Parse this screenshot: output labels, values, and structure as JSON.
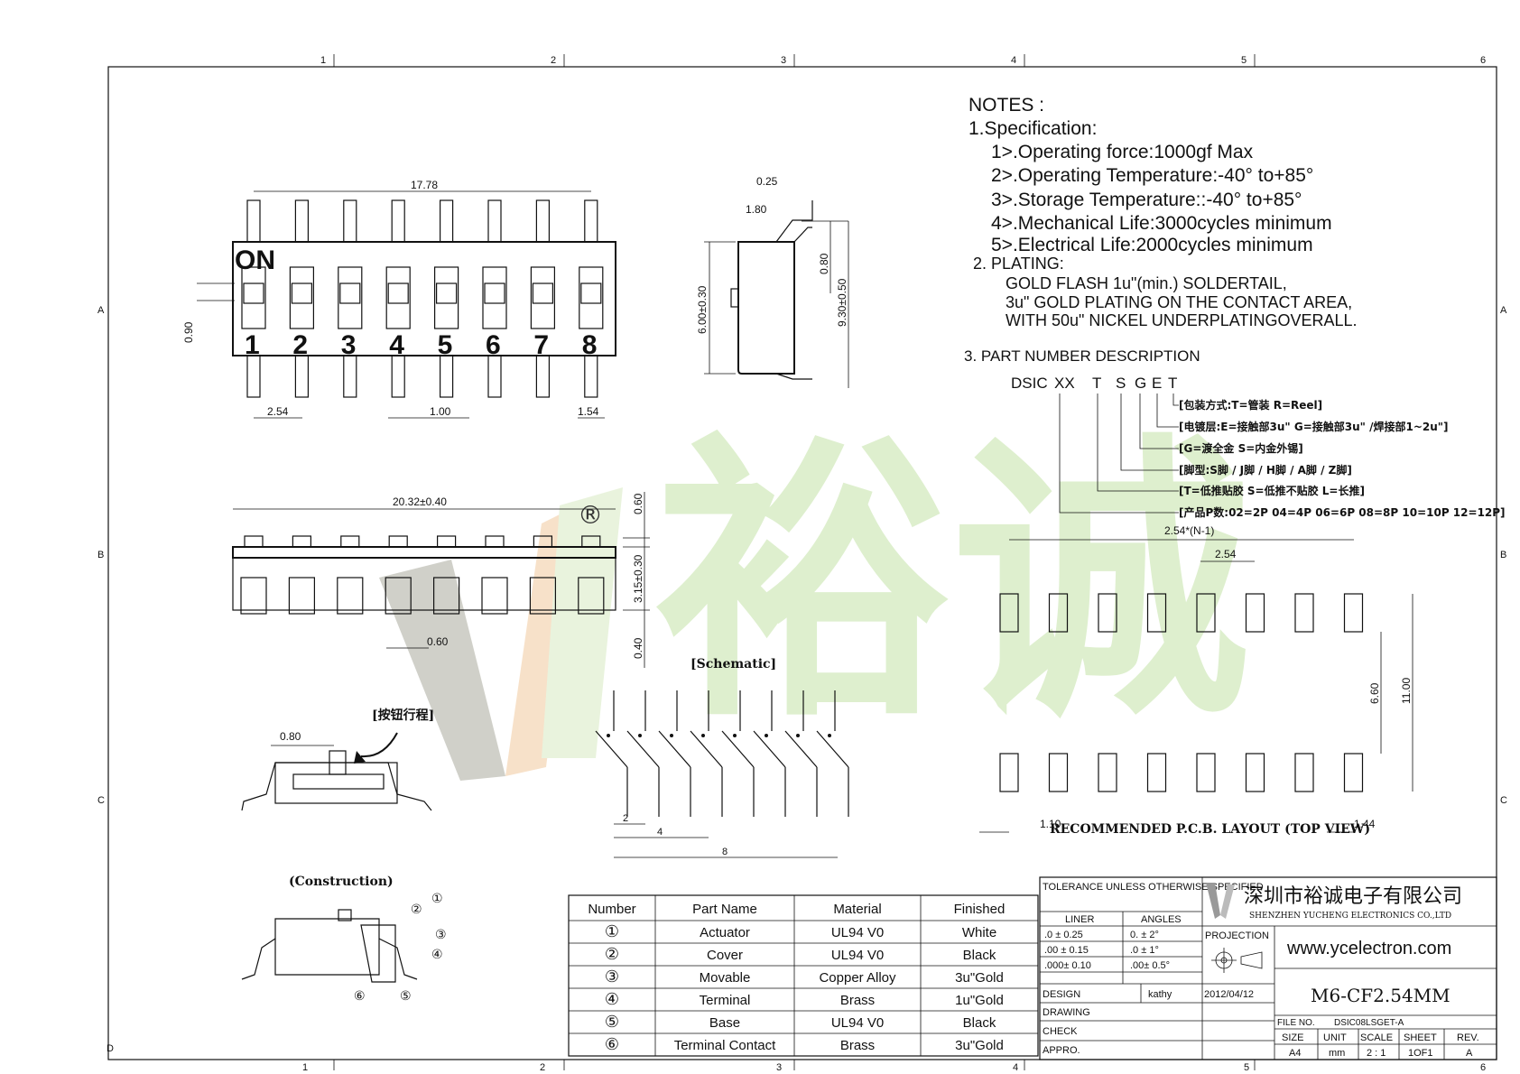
{
  "border": {
    "cols": [
      "1",
      "2",
      "3",
      "4",
      "5",
      "6"
    ],
    "rows": [
      "A",
      "B",
      "C",
      "D"
    ]
  },
  "notes": {
    "heading": "NOTES :",
    "spec_title": "1.Specification:",
    "spec_items": [
      "1>.Operating force:1000gf Max",
      "2>.Operating Temperature:-40° to+85°",
      "3>.Storage Temperature::-40° to+85°",
      "4>.Mechanical Life:3000cycles minimum",
      "5>.Electrical Life:2000cycles minimum"
    ],
    "plating_title": "2. PLATING:",
    "plating_items": [
      "GOLD FLASH 1u\"(min.) SOLDERTAIL,",
      "3u\" GOLD PLATING  ON THE CONTACT AREA,",
      "WITH 50u\" NICKEL UNDERPLATINGOVERALL."
    ],
    "pn_title": "3. PART NUMBER DESCRIPTION",
    "pn_code_prefix": "DSIC",
    "pn_code_parts": [
      "XX",
      "T",
      "S",
      "G",
      "E",
      "T"
    ],
    "pn_desc": [
      "[包装方式:T=管装  R=Reel]",
      "[电镀层:E=接触部3u\" G=接触部3u\" /焊接部1~2u\"]",
      "[G=渡全金  S=内金外锡]",
      "[脚型:S脚 / J脚 / H脚 / A脚 / Z脚]",
      "[T=低推贴胶  S=低推不贴胶  L=长推]",
      "[产品P数:02=2P 04=4P 06=6P 08=8P 10=10P 12=12P]"
    ]
  },
  "top_view": {
    "on_label": "ON",
    "switch_numbers": [
      "1",
      "2",
      "3",
      "4",
      "5",
      "6",
      "7",
      "8"
    ],
    "dims": {
      "width": "17.78",
      "pitch": "2.54",
      "gap": "1.00",
      "edge": "1.54",
      "height": "0.90"
    }
  },
  "side_view": {
    "dims": {
      "d1": "0.25",
      "d2": "1.80",
      "d3": "6.00±0.30",
      "d4": "0.80",
      "d5": "9.30±0.50"
    }
  },
  "front_view": {
    "dims": {
      "length": "20.32±0.40",
      "top": "0.60",
      "body": "3.15±0.30",
      "bottom": "0.40",
      "lead": "0.60"
    },
    "registered": "®"
  },
  "schematic": {
    "title": "[Schematic]",
    "dims": {
      "a": "2",
      "b": "4",
      "c": "8"
    }
  },
  "stroke_view": {
    "title": "[按钮行程]",
    "dim": "0.80"
  },
  "construction": {
    "title": "(Construction)",
    "callouts": [
      "①",
      "②",
      "③",
      "④",
      "⑤",
      "⑥"
    ]
  },
  "pcb": {
    "title": "RECOMMENDED P.C.B. LAYOUT (TOP VIEW)",
    "dims": {
      "span": "2.54*(N-1)",
      "pitch": "2.54",
      "inner": "6.60",
      "outer": "11.00",
      "left": "1.10",
      "right": "1.44"
    }
  },
  "bom": {
    "headers": [
      "Number",
      "Part Name",
      "Material",
      "Finished"
    ],
    "rows": [
      [
        "①",
        "Actuator",
        "UL94  V0",
        "White"
      ],
      [
        "②",
        "Cover",
        "UL94  V0",
        "Black"
      ],
      [
        "③",
        "Movable",
        "Copper Alloy",
        "3u\"Gold"
      ],
      [
        "④",
        "Terminal",
        "Brass",
        "1u\"Gold"
      ],
      [
        "⑤",
        "Base",
        "UL94  V0",
        "Black"
      ],
      [
        "⑥",
        "Terminal Contact",
        "Brass",
        "3u\"Gold"
      ]
    ]
  },
  "title_block": {
    "tolerance_title": "TOLERANCE UNLESS OTHERWISE SPECIFIED",
    "liner": "LINER",
    "angles": "ANGLES",
    "tol_rows": [
      [
        ".0  ±  0.25",
        "0.  ±  2°"
      ],
      [
        ".00 ±  0.15",
        ".0  ±  1°"
      ],
      [
        ".000±  0.10",
        ".00±  0.5°"
      ]
    ],
    "projection": "PROJECTION",
    "company_cn": "深圳市裕诚电子有限公司",
    "company_en": "SHENZHEN YUCHENG ELECTRONICS CO.,LTD",
    "website": "www.ycelectron.com",
    "model": "M6-CF2.54MM",
    "design_label": "DESIGN",
    "design_name": "kathy",
    "design_date": "2012/04/12",
    "drawing_label": "DRAWING",
    "check_label": "CHECK",
    "appro_label": "APPRO.",
    "file_no_label": "FILE NO.",
    "file_no": "DSIC08LSGET-A",
    "size_label": "SIZE",
    "unit_label": "UNIT",
    "scale_label": "SCALE",
    "sheet_label": "SHEET",
    "rev_label": "REV.",
    "size": "A4",
    "unit": "mm",
    "scale": "2 : 1",
    "sheet": "1OF1",
    "rev": "A"
  },
  "watermark": {
    "text": "裕诚",
    "color": "#cfe8b8"
  }
}
